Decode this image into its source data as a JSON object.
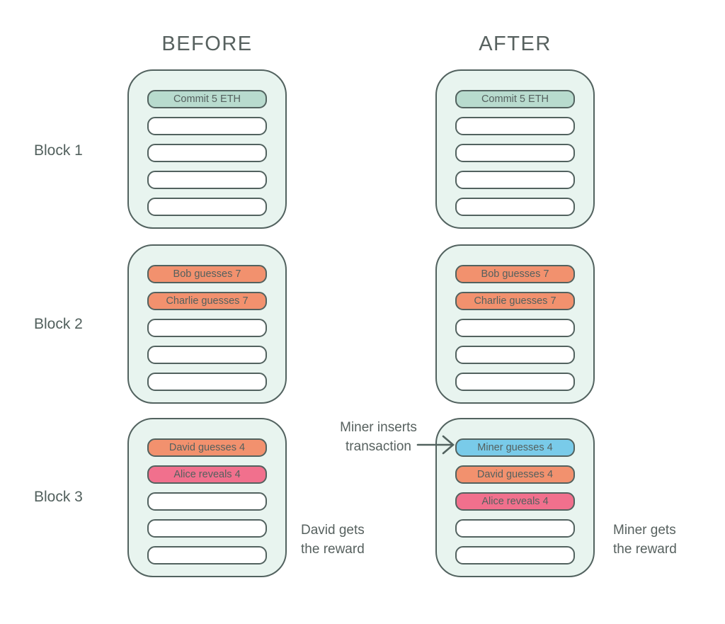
{
  "headers": {
    "before": "BEFORE",
    "after": "AFTER"
  },
  "block_labels": [
    "Block 1",
    "Block 2",
    "Block 3"
  ],
  "colors": {
    "block_bg": "#e8f4ef",
    "outline": "#52625f",
    "commit": "#b8dbce",
    "guess": "#f2916e",
    "reveal": "#f1708d",
    "miner": "#79cbe9",
    "empty": "#ffffff",
    "text": "#54605e"
  },
  "blocks": [
    {
      "column": "before",
      "label": "Block 1",
      "slots": [
        {
          "type": "commit",
          "text": "Commit 5 ETH"
        },
        {
          "type": "empty",
          "text": ""
        },
        {
          "type": "empty",
          "text": ""
        },
        {
          "type": "empty",
          "text": ""
        },
        {
          "type": "empty",
          "text": ""
        }
      ]
    },
    {
      "column": "after",
      "label": "Block 1",
      "slots": [
        {
          "type": "commit",
          "text": "Commit 5 ETH"
        },
        {
          "type": "empty",
          "text": ""
        },
        {
          "type": "empty",
          "text": ""
        },
        {
          "type": "empty",
          "text": ""
        },
        {
          "type": "empty",
          "text": ""
        }
      ]
    },
    {
      "column": "before",
      "label": "Block 2",
      "slots": [
        {
          "type": "guess",
          "text": "Bob guesses 7"
        },
        {
          "type": "guess",
          "text": "Charlie guesses 7"
        },
        {
          "type": "empty",
          "text": ""
        },
        {
          "type": "empty",
          "text": ""
        },
        {
          "type": "empty",
          "text": ""
        }
      ]
    },
    {
      "column": "after",
      "label": "Block 2",
      "slots": [
        {
          "type": "guess",
          "text": "Bob guesses 7"
        },
        {
          "type": "guess",
          "text": "Charlie guesses 7"
        },
        {
          "type": "empty",
          "text": ""
        },
        {
          "type": "empty",
          "text": ""
        },
        {
          "type": "empty",
          "text": ""
        }
      ]
    },
    {
      "column": "before",
      "label": "Block 3",
      "slots": [
        {
          "type": "guess",
          "text": "David guesses 4"
        },
        {
          "type": "reveal",
          "text": "Alice reveals 4"
        },
        {
          "type": "empty",
          "text": ""
        },
        {
          "type": "empty",
          "text": ""
        },
        {
          "type": "empty",
          "text": ""
        }
      ]
    },
    {
      "column": "after",
      "label": "Block 3",
      "slots": [
        {
          "type": "miner",
          "text": "Miner guesses 4"
        },
        {
          "type": "guess",
          "text": "David guesses 4"
        },
        {
          "type": "reveal",
          "text": "Alice reveals 4"
        },
        {
          "type": "empty",
          "text": ""
        },
        {
          "type": "empty",
          "text": ""
        }
      ]
    }
  ],
  "annotations": {
    "miner_inserts": [
      "Miner inserts",
      "transaction"
    ],
    "before_outcome": [
      "David gets",
      "the reward"
    ],
    "after_outcome": [
      "Miner gets",
      "the reward"
    ]
  }
}
